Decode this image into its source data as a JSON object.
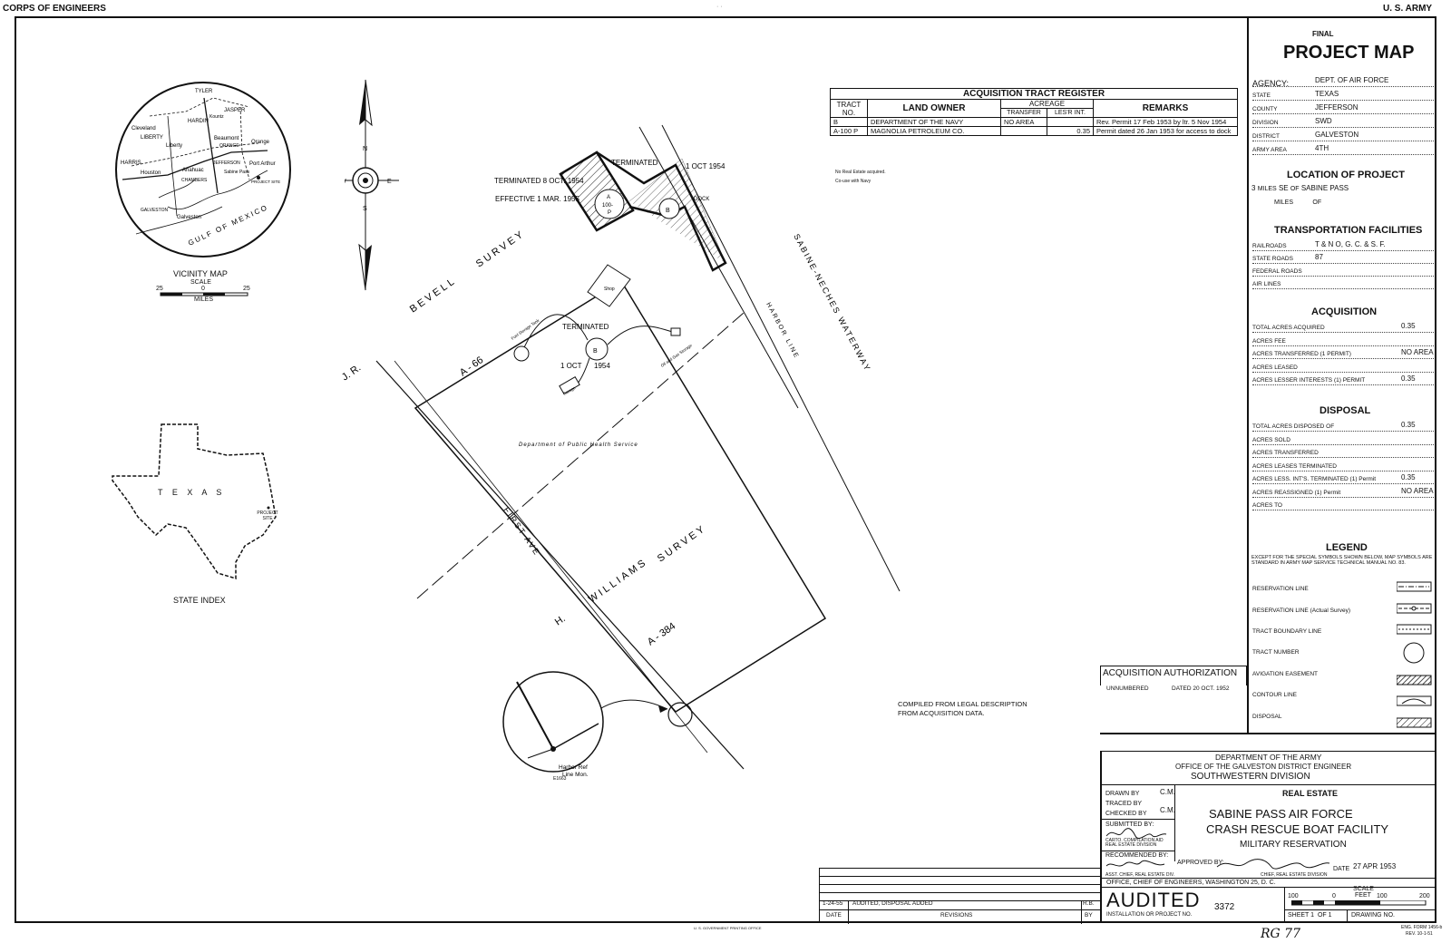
{
  "header": {
    "left": "CORPS OF ENGINEERS",
    "right": "U. S. ARMY"
  },
  "title_block": {
    "final": "FINAL",
    "title": "PROJECT MAP",
    "fields": [
      {
        "label": "AGENCY:",
        "value": "DEPT. OF AIR FORCE"
      },
      {
        "label": "STATE",
        "value": "TEXAS"
      },
      {
        "label": "COUNTY",
        "value": "JEFFERSON"
      },
      {
        "label": "DIVISION",
        "value": "SWD"
      },
      {
        "label": "DISTRICT",
        "value": "GALVESTON"
      },
      {
        "label": "ARMY AREA",
        "value": "4TH"
      }
    ]
  },
  "location": {
    "heading": "LOCATION OF PROJECT",
    "line1_value": "3",
    "line1_label": "MILES",
    "line1_dir": "SE",
    "line1_of": "OF",
    "line1_place": "SABINE PASS",
    "line2_label": "MILES",
    "line2_of": "OF"
  },
  "transportation": {
    "heading": "TRANSPORTATION FACILITIES",
    "rows": [
      {
        "label": "RAILROADS",
        "value": "T & N O,  G. C. & S. F."
      },
      {
        "label": "STATE ROADS",
        "value": "87"
      },
      {
        "label": "FEDERAL ROADS",
        "value": ""
      },
      {
        "label": "AIR LINES",
        "value": ""
      }
    ]
  },
  "acquisition": {
    "heading": "ACQUISITION",
    "rows": [
      {
        "label": "TOTAL ACRES ACQUIRED",
        "value": "0.35"
      },
      {
        "label": "ACRES FEE",
        "value": ""
      },
      {
        "label": "ACRES TRANSFERRED (1 PERMIT)",
        "value": "NO AREA"
      },
      {
        "label": "ACRES LEASED",
        "value": ""
      },
      {
        "label": "ACRES LESSER INTERESTS (1) PERMIT",
        "value": "0.35"
      }
    ]
  },
  "disposal": {
    "heading": "DISPOSAL",
    "rows": [
      {
        "label": "TOTAL ACRES DISPOSED OF",
        "value": "0.35"
      },
      {
        "label": "ACRES SOLD",
        "value": ""
      },
      {
        "label": "ACRES TRANSFERRED",
        "value": ""
      },
      {
        "label": "ACRES LEASES TERMINATED",
        "value": ""
      },
      {
        "label": "ACRES LESS. INT'S. TERMINATED (1) Permit",
        "value": "0.35"
      },
      {
        "label": "ACRES REASSIGNED (1) Permit",
        "value": "NO AREA"
      },
      {
        "label": "ACRES TO",
        "value": ""
      }
    ]
  },
  "legend": {
    "heading": "LEGEND",
    "note": "EXCEPT FOR THE SPECIAL SYMBOLS SHOWN BELOW, MAP SYMBOLS ARE STANDARD IN ARMY MAP SERVICE TECHNICAL MANUAL NO. 83.",
    "items": [
      "RESERVATION LINE",
      "RESERVATION LINE (Actual Survey)",
      "TRACT BOUNDARY LINE",
      "TRACT NUMBER",
      "AVIGATION EASEMENT",
      "CONTOUR LINE",
      "DISPOSAL"
    ]
  },
  "register": {
    "title": "ACQUISITION TRACT REGISTER",
    "col_tract": "TRACT NO.",
    "col_owner": "LAND OWNER",
    "col_acreage": "ACREAGE",
    "col_transfer": "TRANSFER",
    "col_lesser": "LES'R INT.",
    "col_remarks": "REMARKS",
    "rows": [
      {
        "tract": "B",
        "owner": "DEPARTMENT OF THE NAVY",
        "transfer": "NO AREA",
        "lesser": "",
        "remarks": "Rev. Permit 17 Feb 1953 by ltr. 5 Nov 1954"
      },
      {
        "tract": "A-100 P",
        "owner": "MAGNOLIA PETROLEUM CO.",
        "transfer": "",
        "lesser": "0.35",
        "remarks": "Permit dated 26 Jan 1953 for access to dock"
      }
    ],
    "notes": [
      "No Real Estate acquired.",
      "Co-use with Navy"
    ]
  },
  "authorization": {
    "title": "ACQUISITION AUTHORIZATION",
    "left": "UNNUMBERED",
    "right": "DATED 20 OCT. 1952"
  },
  "compiled": [
    "COMPILED FROM LEGAL DESCRIPTION",
    "FROM ACQUISITION DATA."
  ],
  "dept_block": {
    "line1": "DEPARTMENT OF THE ARMY",
    "line2": "OFFICE OF THE GALVESTON DISTRICT ENGINEER",
    "line3": "SOUTHWESTERN DIVISION",
    "real_estate": "REAL ESTATE",
    "project1": "SABINE PASS AIR FORCE",
    "project2": "CRASH RESCUE BOAT FACILITY",
    "project3": "MILITARY RESERVATION",
    "drawn_label": "DRAWN BY",
    "drawn": "C.M.",
    "traced_label": "TRACED BY",
    "checked_label": "CHECKED BY",
    "checked": "C.M.",
    "submitted_label": "SUBMITTED BY:",
    "submitted_title": "CARTO. COMPILATION AID REAL ESTATE DIVISION",
    "recommended_label": "RECOMMENDED BY:",
    "recommended_title": "ASST. CHIEF, REAL ESTATE DIV.",
    "approved_label": "APPROVED BY:",
    "approved_title": "CHIEF, REAL ESTATE DIVISION",
    "date_label": "DATE",
    "date": "27 APR 1953",
    "office": "OFFICE, CHIEF OF ENGINEERS, WASHINGTON 25, D. C.",
    "audited": "AUDITED",
    "install_label": "INSTALLATION OR PROJECT NO.",
    "install_no": "3372",
    "scale_label": "SCALE",
    "scale_unit": "FEET",
    "scale_ticks": [
      "100",
      "0",
      "100",
      "200"
    ],
    "sheet_label": "SHEET",
    "sheet": "1",
    "of_label": "OF",
    "of": "1",
    "drawing_label": "DRAWING NO."
  },
  "revisions": {
    "row": {
      "date": "1-24-55",
      "text": "AUDITED, DISPOSAL ADDED",
      "by": "R.B."
    },
    "col_date": "DATE",
    "col_rev": "REVISIONS",
    "col_by": "BY"
  },
  "form_no": [
    "ENG. FORM 1456-b",
    "REV. 10-1-51"
  ],
  "handwritten_bottom": "RG  77",
  "vicinity": {
    "title": "VICINITY MAP",
    "scale": "SCALE",
    "miles": "MILES",
    "ticks": [
      "25",
      "0",
      "25"
    ],
    "places": [
      "TYLER",
      "JASPER",
      "HARDIN",
      "Kountz",
      "Cleveland",
      "LIBERTY",
      "Liberty",
      "Beaumont",
      "ORANGE",
      "Orange",
      "HARRIS",
      "Houston",
      "JEFFERSON",
      "Port Arthur",
      "Sabine Pass",
      "CHAMBERS",
      "Anahuac",
      "PROJECT SITE",
      "GALVESTON",
      "Galveston",
      "GULF OF MEXICO"
    ]
  },
  "state_index": {
    "title": "STATE INDEX",
    "state": "T E X A S",
    "site": "PROJECT SITE"
  },
  "compass": [
    "N",
    "S",
    "E",
    "W"
  ],
  "map": {
    "bevell1": "J.   R.",
    "bevell2": "BEVELL",
    "bevell3": "SURVEY",
    "a66": "A - 66",
    "williams1": "H.",
    "williams2": "WILLIAMS",
    "williams3": "SURVEY",
    "a384": "A - 384",
    "first_ave": "FIRST AVE",
    "waterway": "SABINE-NECHES WATERWAY",
    "harbor_line": "HARBOR LINE",
    "phs": "Department of Public Health Service",
    "terminated_a": "TERMINATED 8 OCT. 1954",
    "effective": "EFFECTIVE 1 MAR. 1955",
    "terminated_top": "TERMINATED",
    "oct_top": "1 OCT 1954",
    "dock": "DOCK",
    "tract_a": "A",
    "tract_a_no": "100-",
    "tract_a_p": "P",
    "tract_b": "B",
    "terminated_mid": "TERMINATED",
    "oct_mid": "1 OCT",
    "oct_mid_y": "1954",
    "shop": "Shop",
    "fuel": "Fuel Storage Tank",
    "oil_storage": "Oil and Gas Storage",
    "garage": "Garage",
    "detail_label1": "Harbor Ref",
    "detail_label2": "Line Mon.",
    "detail_label3": "E1663"
  },
  "sheet_top_center": "· ·",
  "print_note": "U. S. GOVERNMENT PRINTING OFFICE"
}
